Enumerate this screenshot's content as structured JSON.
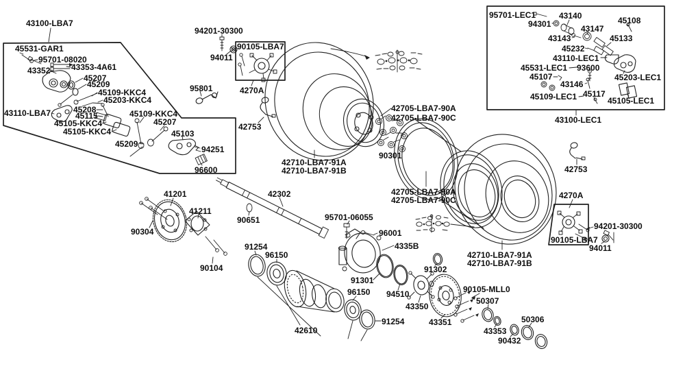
{
  "diagram": {
    "kind": "exploded-parts-diagram",
    "subject": "rear wheel, hub and brake assembly",
    "background_color": "#ffffff",
    "line_color": "#1f1f1f",
    "label_color": "#0d0d0d"
  },
  "labels": {
    "p43100_LBA7": "43100-LBA7",
    "p45531_GAR1": "45531-GAR1",
    "p95701_08020": "95701-08020",
    "p43352": "43352",
    "p43353_4A61": "43353-4A61",
    "p45207_a": "45207",
    "p45209_a": "45209",
    "p45109_KKC4_a": "45109-KKC4",
    "p45203_KKC4": "45203-KKC4",
    "p45208": "45208",
    "p43110_LBA7": "43110-LBA7",
    "p45115": "45115",
    "p45109_KKC4_b": "45109-KKC4",
    "p45105_KKC4_a": "45105-KKC4",
    "p45105_KKC4_b": "45105-KKC4",
    "p45207_b": "45207",
    "p45209_b": "45209",
    "p45103": "45103",
    "p94251": "94251",
    "p96600": "96600",
    "p94201_30300_a": "94201-30300",
    "p94011_a": "94011",
    "p90105_LBA7_a": "90105-LBA7",
    "p4270A_a": "4270A",
    "p95801": "95801",
    "p42753_a": "42753",
    "p42705_90A_a": "42705-LBA7-90A",
    "p42705_90C_a": "42705-LBA7-90C",
    "p90301": "90301",
    "p42710_91A_a": "42710-LBA7-91A",
    "p42710_91B_a": "42710-LBA7-91B",
    "p42705_90A_b": "42705-LBA7-90A",
    "p42705_90C_b": "42705-LBA7-90C",
    "p42710_91A_b": "42710-LBA7-91A",
    "p42710_91B_b": "42710-LBA7-91B",
    "p95701_LEC1": "95701-LEC1",
    "p43140": "43140",
    "p94301": "94301",
    "p45108": "45108",
    "p43147": "43147",
    "p43143": "43143",
    "p45133": "45133",
    "p45232": "45232",
    "p43110_LEC1": "43110-LEC1",
    "p45531_LEC1": "45531-LEC1",
    "p93600": "93600",
    "p45107": "45107",
    "p45203_LEC1": "45203-LEC1",
    "p43146": "43146",
    "p45117": "45117",
    "p45109_LEC1": "45109-LEC1",
    "p45105_LEC1": "45105-LEC1",
    "p43100_LEC1": "43100-LEC1",
    "p42753_b": "42753",
    "p4270A_b": "4270A",
    "p90105_LBA7_b": "90105-LBA7",
    "p94201_30300_b": "94201-30300",
    "p94011_b": "94011",
    "p41201": "41201",
    "p41211": "41211",
    "p90304": "90304",
    "p90651": "90651",
    "p42302": "42302",
    "p90104": "90104",
    "p91254_a": "91254",
    "p96150_a": "96150",
    "p42610": "42610",
    "p95701_06055": "95701-06055",
    "p96001": "96001",
    "p4335B": "4335B",
    "p91301": "91301",
    "p96150_b": "96150",
    "p94510": "94510",
    "p91302": "91302",
    "p43350": "43350",
    "p91254_b": "91254",
    "p43351": "43351",
    "p90105_MLL0": "90105-MLL0",
    "p50307": "50307",
    "p43353": "43353",
    "p90432": "90432",
    "p50306": "50306"
  }
}
